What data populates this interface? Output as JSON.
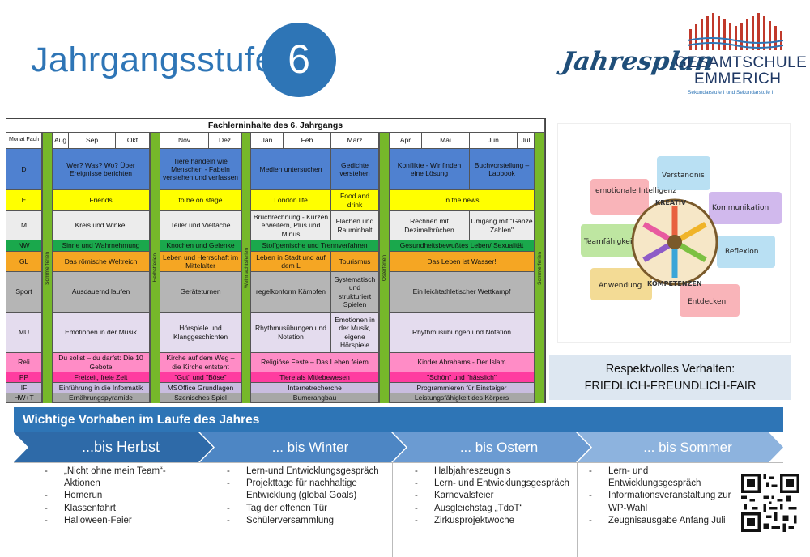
{
  "header": {
    "title": "Jahrgangsstufe",
    "grade": "6",
    "plan_word": "Jahresplan",
    "school_line1": "GESAMTSCHULE",
    "school_line2": "EMMERICH",
    "school_sub": "Sekundarstufe I und Sekundarstufe II"
  },
  "table": {
    "title": "Fachlerninhalte des  6. Jahrgangs",
    "corner": "Monat Fach",
    "months": [
      "Aug",
      "Sep",
      "Okt",
      "Nov",
      "Dez",
      "Jan",
      "Feb",
      "März",
      "Apr",
      "Mai",
      "Jun",
      "Jul"
    ],
    "breaks": [
      "Sommerferien",
      "Herbstferien",
      "Weihnachtsferien",
      "Osterferien",
      "Sommerferien"
    ],
    "rows": [
      {
        "subject": "D",
        "cells": [
          "Wer? Was? Wo? Über Ereignisse berichten",
          "Tiere handeln wie Menschen - Fabeln verstehen und verfassen",
          "Medien untersuchen",
          "Gedichte verstehen",
          "Konflikte - Wir finden eine Lösung",
          "Buchvorstellung – Lapbook"
        ]
      },
      {
        "subject": "E",
        "cells": [
          "Friends",
          "to be on stage",
          "London life",
          "Food and drink",
          "in the news"
        ]
      },
      {
        "subject": "M",
        "cells": [
          "Kreis und Winkel",
          "Teiler und Vielfache",
          "Bruchrechnung - Kürzen erweitern, Plus und Minus",
          "Flächen und Rauminhalt",
          "Rechnen mit Dezimalbrüchen",
          "Umgang mit \"Ganze Zahlen\""
        ]
      },
      {
        "subject": "NW",
        "cells": [
          "Sinne und Wahrnehmung",
          "Knochen und Gelenke",
          "Stoffgemische und Trennverfahren",
          "Gesundheitsbewußtes Leben/ Sexualität"
        ]
      },
      {
        "subject": "GL",
        "cells": [
          "Das römische Weltreich",
          "Leben und Herrschaft im Mittelalter",
          "Leben in Stadt und auf dem L",
          "Tourismus",
          "Das Leben ist Wasser!"
        ]
      },
      {
        "subject": "Sport",
        "cells": [
          "Ausdauernd laufen",
          "Geräteturnen",
          "regelkonform Kämpfen",
          "Systematisch und strukturiert Spielen",
          "Ein leichtathletischer Wettkampf"
        ]
      },
      {
        "subject": "MU",
        "cells": [
          "Emotionen in der Musik",
          "Hörspiele und Klanggeschichten",
          "Rhythmusübungen und Notation",
          "Emotionen in der Musik, eigene Hörspiele",
          "Rhythmusübungen und Notation"
        ]
      },
      {
        "subject": "Reli",
        "cells": [
          "Du sollst – du darfst: Die 10 Gebote",
          "Kirche auf dem Weg – die Kirche entsteht",
          "Religiöse Feste – Das Leben feiern",
          "Kinder Abrahams - Der Islam"
        ]
      },
      {
        "subject": "PP",
        "cells": [
          "Freizeit, freie Zeit",
          "\"Gut\" und \"Böse\"",
          "Tiere als Mitlebewesen",
          "\"Schön\" und \"hässlich\""
        ]
      },
      {
        "subject": "IF",
        "cells": [
          "Einführung in die Informatik",
          "MSOffice Grundlagen",
          "Internetrecherche",
          "Programmieren für Einsteiger"
        ]
      },
      {
        "subject": "HW+T",
        "cells": [
          "Ernährungspyramide",
          "Szenisches Spiel",
          "Bumerangbau",
          "Leistungsfähigkeit des Körpers"
        ]
      }
    ],
    "colors": {
      "D": "#4f81d0",
      "E": "#ffff00",
      "M": "#ececec",
      "NW": "#1aa84c",
      "GL": "#f5a623",
      "Sport": "#b5b5b5",
      "MU": "#e4dcee",
      "Reli": "#ff8cc6",
      "PP": "#ff3ca0",
      "IF": "#c9bde0",
      "HWT": "#a7a7a7",
      "break": "#76b82a"
    }
  },
  "competence": {
    "center_top": "KREATIV",
    "center_bottom": "KOMPETENZEN",
    "words": [
      "Verständnis",
      "emotionale Intelligenz",
      "Kommunikation",
      "Teamfähigkeit",
      "Reflexion",
      "Anwendung",
      "Entdecken"
    ]
  },
  "respect": {
    "line1": "Respektvolles Verhalten:",
    "line2": "FRIEDLICH-FREUNDLICH-FAIR"
  },
  "plans": {
    "heading": "Wichtige Vorhaben im Laufe des Jahres",
    "phases": [
      {
        "label": "...bis Herbst",
        "items": [
          "„Nicht ohne mein Team“-Aktionen",
          "Homerun",
          "Klassenfahrt",
          "Halloween-Feier"
        ]
      },
      {
        "label": "... bis Winter",
        "items": [
          "Lern-und Entwicklungsgespräch",
          "Projekttage für nachhaltige Entwicklung (global Goals)",
          "Tag der offenen Tür",
          "Schülerversammlung"
        ]
      },
      {
        "label": "... bis Ostern",
        "items": [
          "Halbjahreszeugnis",
          "Lern- und Entwicklungsgespräch",
          "Karnevalsfeier",
          "Ausgleichstag „TdoT“",
          "Zirkusprojektwoche"
        ]
      },
      {
        "label": "... bis Sommer",
        "items": [
          "Lern- und Entwicklungsgespräch",
          "Informationsveranstaltung zur WP-Wahl",
          "Zeugnisausgabe Anfang Juli"
        ]
      }
    ]
  }
}
